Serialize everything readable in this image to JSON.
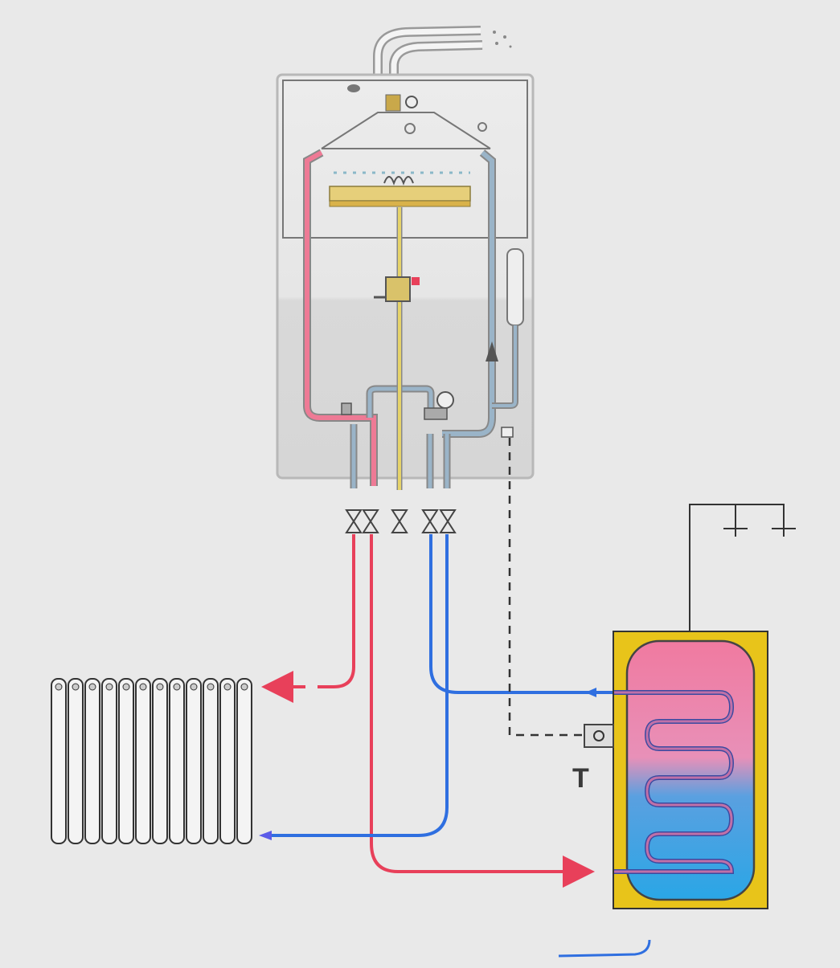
{
  "labels": {
    "sensor_label": "T"
  },
  "colors": {
    "background": "#e9e9e9",
    "supply_hot": "#e8405a",
    "return_cold": "#2f6fe0",
    "gas_line": "#e6d36a",
    "boiler_body": "#dcdcdc",
    "tank_insulation": "#e8c41a",
    "tank_top": "#f07aa0",
    "tank_bottom": "#2aa6e6",
    "line_dark": "#333333"
  },
  "icons": [
    "boiler-unit",
    "flue-pipe",
    "burner",
    "heat-exchanger",
    "gas-valve",
    "expansion-vessel",
    "circulation-pump",
    "three-way-valve",
    "shutoff-valve",
    "radiator",
    "storage-water-heater",
    "coil-heat-exchanger",
    "temperature-sensor",
    "electrical-connection",
    "flow-arrow"
  ]
}
